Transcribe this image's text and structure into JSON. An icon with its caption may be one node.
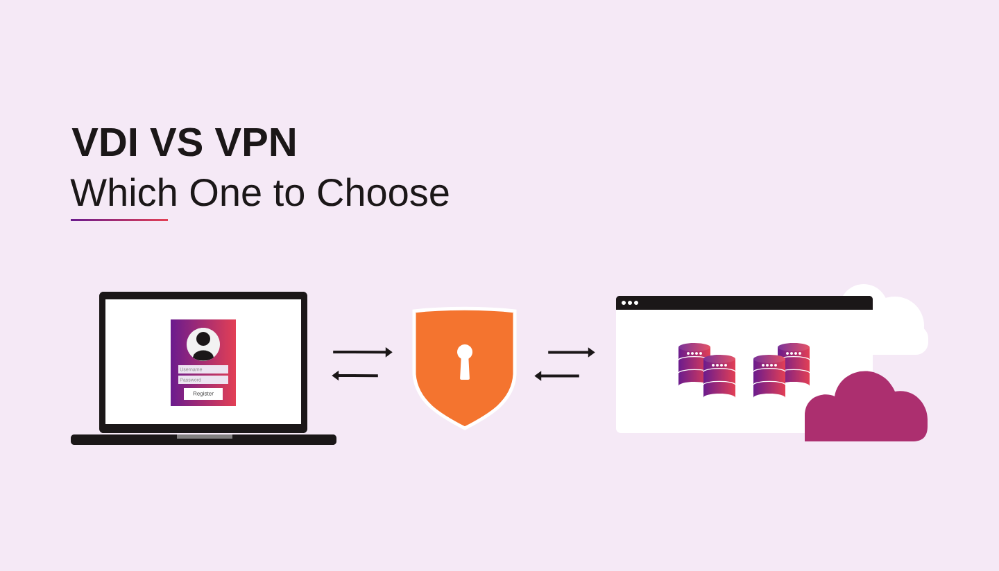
{
  "diagram": {
    "title": "VDI VS VPN",
    "nodes": [
      {
        "text": [],
        "shape": "picture"
      },
      {
        "text": [],
        "shape": "picture"
      },
      {
        "text": [],
        "shape": "picture"
      }
    ],
    "edges": [
      {
        "from": 0,
        "to": 1,
        "arrow": "to"
      },
      {
        "from": 1,
        "to": 0,
        "arrow": "to"
      },
      {
        "from": 1,
        "to": 2,
        "arrow": "to"
      },
      {
        "from": 2,
        "to": 1,
        "arrow": "to"
      }
    ],
    "labels": [
      "Which One to Choose",
      "Username",
      "Password",
      "Register"
    ]
  }
}
